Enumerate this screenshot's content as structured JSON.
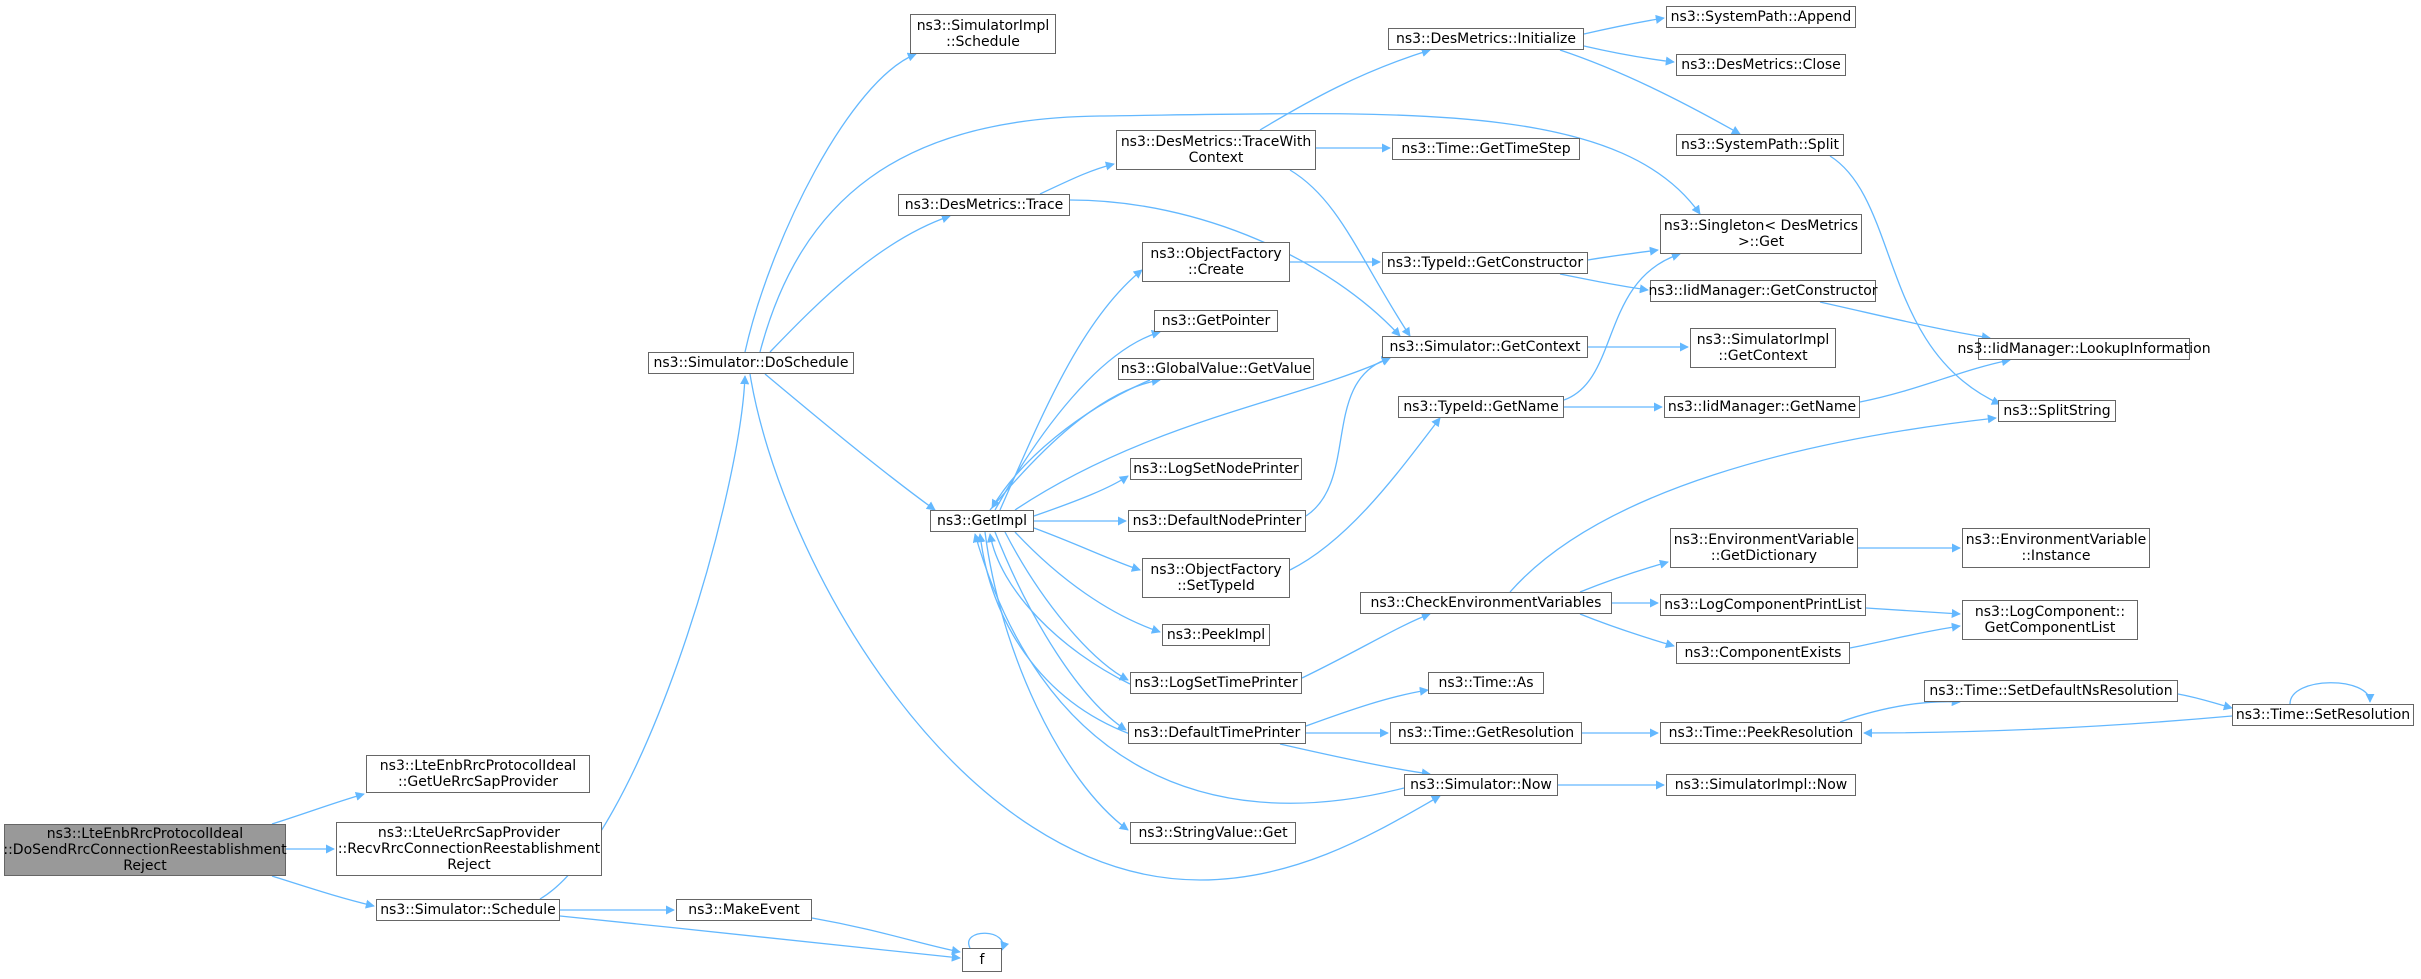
{
  "colors": {
    "edge": "#63b8ff",
    "border": "#666666",
    "root_fill": "#999999",
    "node_fill": "#ffffff"
  },
  "nodes": [
    {
      "id": "root",
      "lines": [
        "ns3::LteEnbRrcProtocolIdeal",
        "::DoSendRrcConnectionReestablishment",
        "Reject"
      ],
      "root": true
    },
    {
      "id": "getue",
      "lines": [
        "ns3::LteEnbRrcProtocolIdeal",
        "::GetUeRrcSapProvider"
      ]
    },
    {
      "id": "recv",
      "lines": [
        "ns3::LteUeRrcSapProvider",
        "::RecvRrcConnectionReestablishment",
        "Reject"
      ]
    },
    {
      "id": "sched",
      "lines": [
        "ns3::Simulator::Schedule"
      ]
    },
    {
      "id": "makeevent",
      "lines": [
        "ns3::MakeEvent"
      ]
    },
    {
      "id": "f",
      "lines": [
        "f"
      ]
    },
    {
      "id": "dosched",
      "lines": [
        "ns3::Simulator::DoSchedule"
      ]
    },
    {
      "id": "implsched",
      "lines": [
        "ns3::SimulatorImpl",
        "::Schedule"
      ]
    },
    {
      "id": "trace",
      "lines": [
        "ns3::DesMetrics::Trace"
      ]
    },
    {
      "id": "getimpl",
      "lines": [
        "ns3::GetImpl"
      ]
    },
    {
      "id": "tracewith",
      "lines": [
        "ns3::DesMetrics::TraceWith",
        "Context"
      ]
    },
    {
      "id": "init",
      "lines": [
        "ns3::DesMetrics::Initialize"
      ]
    },
    {
      "id": "append",
      "lines": [
        "ns3::SystemPath::Append"
      ]
    },
    {
      "id": "close",
      "lines": [
        "ns3::DesMetrics::Close"
      ]
    },
    {
      "id": "split",
      "lines": [
        "ns3::SystemPath::Split"
      ]
    },
    {
      "id": "timestep",
      "lines": [
        "ns3::Time::GetTimeStep"
      ]
    },
    {
      "id": "singleton",
      "lines": [
        "ns3::Singleton< DesMetrics",
        ">::Get"
      ]
    },
    {
      "id": "objcreate",
      "lines": [
        "ns3::ObjectFactory",
        "::Create"
      ]
    },
    {
      "id": "getctor",
      "lines": [
        "ns3::TypeId::GetConstructor"
      ]
    },
    {
      "id": "iidctor",
      "lines": [
        "ns3::IidManager::GetConstructor"
      ]
    },
    {
      "id": "getpointer",
      "lines": [
        "ns3::GetPointer"
      ]
    },
    {
      "id": "globalget",
      "lines": [
        "ns3::GlobalValue::GetValue"
      ]
    },
    {
      "id": "simctx",
      "lines": [
        "ns3::Simulator::GetContext"
      ]
    },
    {
      "id": "implctx",
      "lines": [
        "ns3::SimulatorImpl",
        "::GetContext"
      ]
    },
    {
      "id": "lookup",
      "lines": [
        "ns3::IidManager::LookupInformation"
      ]
    },
    {
      "id": "typename",
      "lines": [
        "ns3::TypeId::GetName"
      ]
    },
    {
      "id": "iidname",
      "lines": [
        "ns3::IidManager::GetName"
      ]
    },
    {
      "id": "splitstring",
      "lines": [
        "ns3::SplitString"
      ]
    },
    {
      "id": "lognode",
      "lines": [
        "ns3::LogSetNodePrinter"
      ]
    },
    {
      "id": "defnode",
      "lines": [
        "ns3::DefaultNodePrinter"
      ]
    },
    {
      "id": "settypeid",
      "lines": [
        "ns3::ObjectFactory",
        "::SetTypeId"
      ]
    },
    {
      "id": "envdict",
      "lines": [
        "ns3::EnvironmentVariable",
        "::GetDictionary"
      ]
    },
    {
      "id": "envinst",
      "lines": [
        "ns3::EnvironmentVariable",
        "::Instance"
      ]
    },
    {
      "id": "checkenv",
      "lines": [
        "ns3::CheckEnvironmentVariables"
      ]
    },
    {
      "id": "logprint",
      "lines": [
        "ns3::LogComponentPrintList"
      ]
    },
    {
      "id": "getcomp",
      "lines": [
        "ns3::LogComponent::",
        "GetComponentList"
      ]
    },
    {
      "id": "compexists",
      "lines": [
        "ns3::ComponentExists"
      ]
    },
    {
      "id": "peekimpl",
      "lines": [
        "ns3::PeekImpl"
      ]
    },
    {
      "id": "logtime",
      "lines": [
        "ns3::LogSetTimePrinter"
      ]
    },
    {
      "id": "timeas",
      "lines": [
        "ns3::Time::As"
      ]
    },
    {
      "id": "deftime",
      "lines": [
        "ns3::DefaultTimePrinter"
      ]
    },
    {
      "id": "getres",
      "lines": [
        "ns3::Time::GetResolution"
      ]
    },
    {
      "id": "peekres",
      "lines": [
        "ns3::Time::PeekResolution"
      ]
    },
    {
      "id": "setdefns",
      "lines": [
        "ns3::Time::SetDefaultNsResolution"
      ]
    },
    {
      "id": "setres",
      "lines": [
        "ns3::Time::SetResolution"
      ]
    },
    {
      "id": "simnow",
      "lines": [
        "ns3::Simulator::Now"
      ]
    },
    {
      "id": "implnow",
      "lines": [
        "ns3::SimulatorImpl::Now"
      ]
    },
    {
      "id": "strget",
      "lines": [
        "ns3::StringValue::Get"
      ]
    }
  ]
}
